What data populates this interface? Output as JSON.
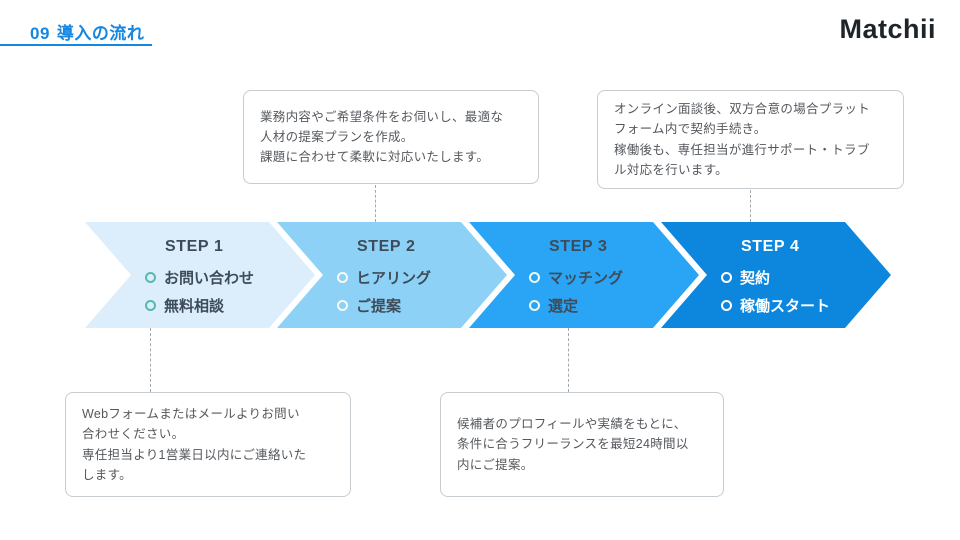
{
  "header": {
    "slide_number": "09",
    "title": "導入の流れ",
    "logo": "Matchii"
  },
  "colors": {
    "accent_blue": "#1687e0",
    "step1_bg": "#dceefb",
    "step2_bg": "#8ed1f7",
    "step3_bg": "#2aa4f4",
    "step4_bg": "#0d86de",
    "step_text_dark": "#3e4c59",
    "step_text_light": "#ffffff",
    "bullet_teal": "#5bb7ae",
    "bullet_white": "#ffffff",
    "callout_border": "#c7ccd1",
    "callout_text": "#54585d",
    "connector": "#a3a9af"
  },
  "steps": [
    {
      "label": "STEP 1",
      "items": [
        "お問い合わせ",
        "無料相談"
      ],
      "bg": "#dceefb",
      "text_color": "#3e4c59",
      "bullet_color": "#5bb7ae"
    },
    {
      "label": "STEP 2",
      "items": [
        "ヒアリング",
        "ご提案"
      ],
      "bg": "#8ed1f7",
      "text_color": "#3e4c59",
      "bullet_color": "#f2fbf7"
    },
    {
      "label": "STEP 3",
      "items": [
        "マッチング",
        "選定"
      ],
      "bg": "#2aa4f4",
      "text_color": "#3e4c59",
      "bullet_color": "#e9f8f2"
    },
    {
      "label": "STEP 4",
      "items": [
        "契約",
        "稼働スタート"
      ],
      "bg": "#0d86de",
      "text_color": "#ffffff",
      "bullet_color": "#ffffff"
    }
  ],
  "callouts": {
    "top_step2": "業務内容やご希望条件をお伺いし、最適な\n人材の提案プランを作成。\n課題に合わせて柔軟に対応いたします。",
    "top_step4": "オンライン面談後、双方合意の場合プラット\nフォーム内で契約手続き。\n稼働後も、専任担当が進行サポート・トラブ\nル対応を行います。",
    "bottom_step1": "Webフォームまたはメールよりお問い\n合わせください。\n専任担当より1営業日以内にご連絡いた\nします。",
    "bottom_step3": "候補者のプロフィールや実績をもとに、\n条件に合うフリーランスを最短24時間以\n内にご提案。"
  }
}
